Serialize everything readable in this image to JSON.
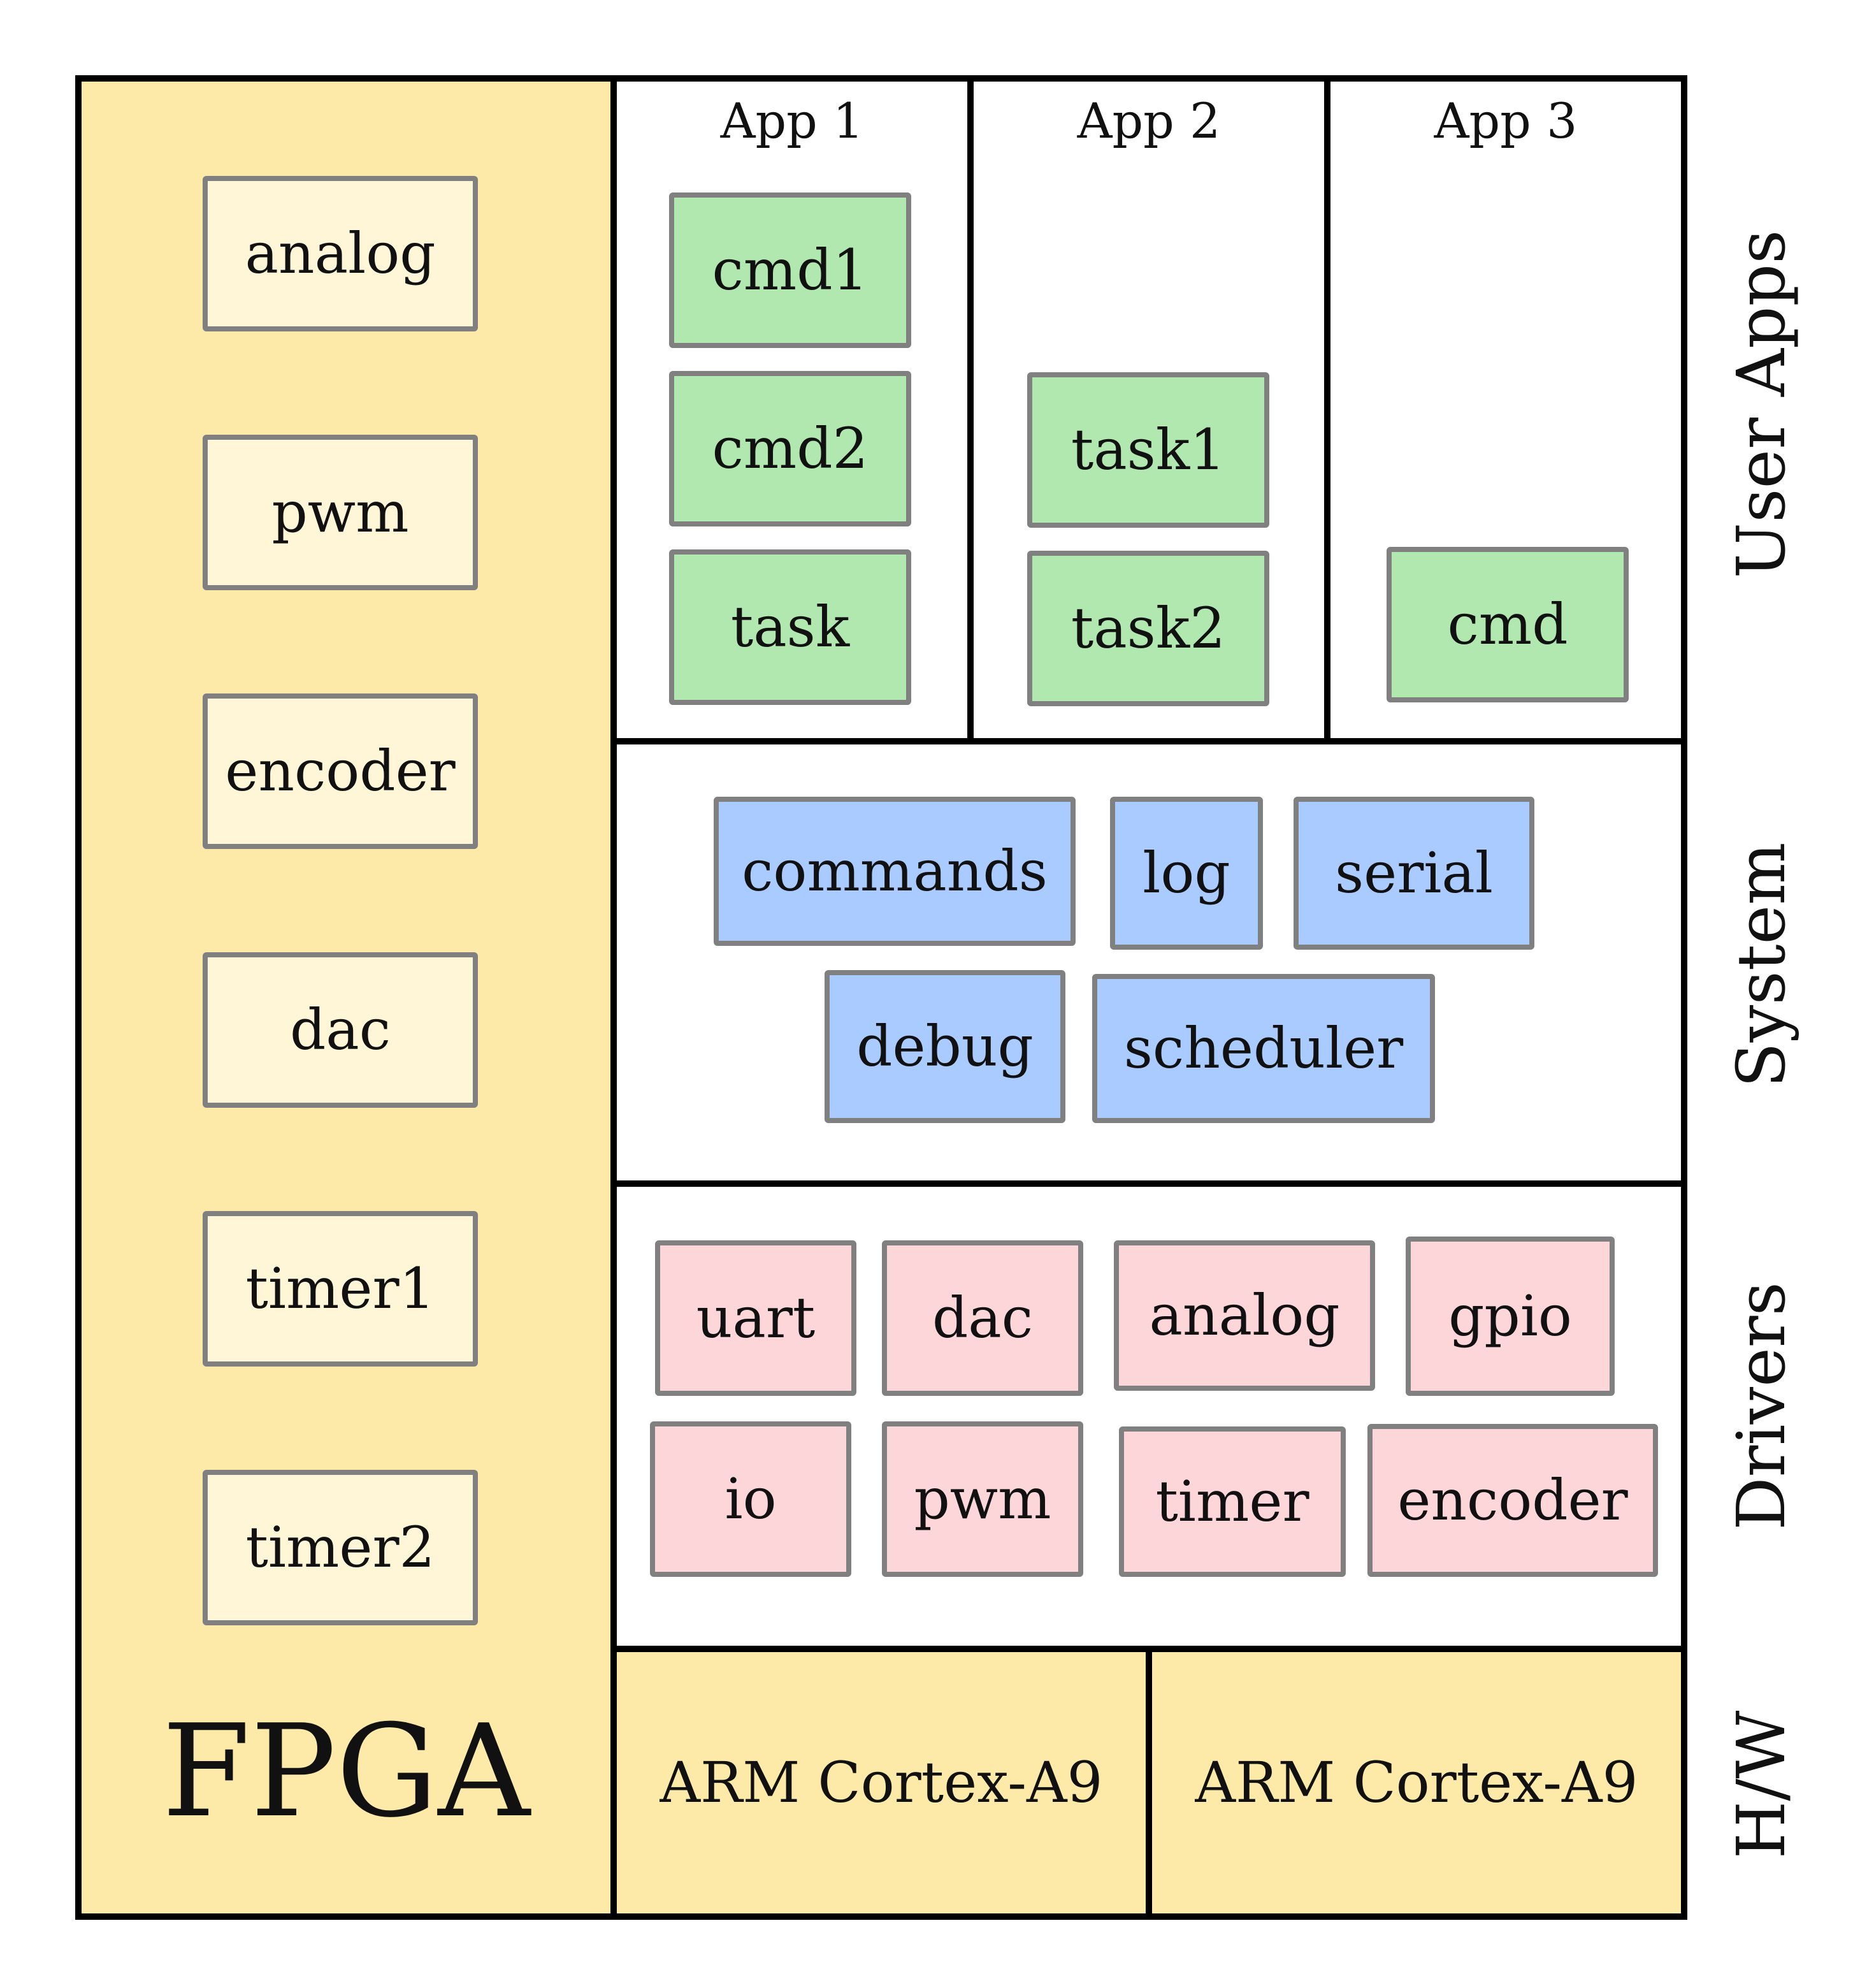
{
  "fpga": {
    "title": "FPGA",
    "modules": [
      "analog",
      "pwm",
      "encoder",
      "dac",
      "timer1",
      "timer2"
    ]
  },
  "layers": {
    "user_apps": "User Apps",
    "system": "System",
    "drivers": "Drivers",
    "hw": "H/W"
  },
  "apps": [
    {
      "name": "App 1",
      "items": [
        "cmd1",
        "cmd2",
        "task"
      ]
    },
    {
      "name": "App 2",
      "items": [
        "task1",
        "task2"
      ]
    },
    {
      "name": "App 3",
      "items": [
        "cmd"
      ]
    }
  ],
  "system": {
    "modules": [
      "commands",
      "log",
      "serial",
      "debug",
      "scheduler"
    ]
  },
  "drivers": {
    "modules": [
      "uart",
      "dac",
      "analog",
      "gpio",
      "io",
      "pwm",
      "timer",
      "encoder"
    ]
  },
  "hardware": {
    "cores": [
      "ARM Cortex-A9",
      "ARM Cortex-A9"
    ]
  },
  "colors": {
    "fpga_fill": "#fdeaa8",
    "fpga_module_fill": "#fff6d8",
    "app_module_fill": "#b0e8b0",
    "system_module_fill": "#a9cbff",
    "driver_module_fill": "#fdd6da",
    "module_border": "#808080",
    "frame_border": "#000000"
  }
}
